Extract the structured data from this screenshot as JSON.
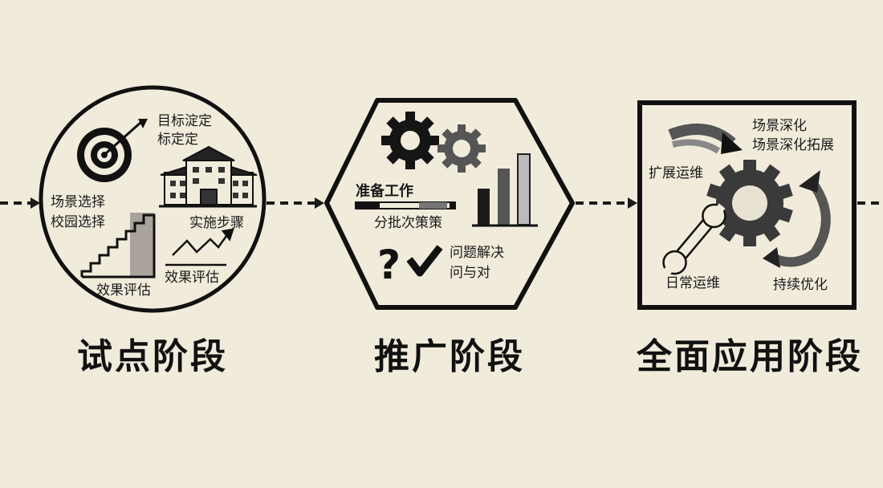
{
  "colors": {
    "background": "#f1ebdb",
    "ink": "#1a1a1a"
  },
  "stages": [
    {
      "title": "试点阶段",
      "frame": "circle",
      "labels": {
        "target": [
          "目标淀定",
          "标定定"
        ],
        "scene": [
          "场景选择",
          "校园选择"
        ],
        "steps": "实施步骤",
        "stairs_eval": "效果评估",
        "chart_eval": "效果评估"
      },
      "icons": [
        "target-icon",
        "building-icon",
        "stairs-icon",
        "trend-arrow-icon"
      ]
    },
    {
      "title": "推广阶段",
      "frame": "hexagon",
      "labels": {
        "prep": "准备工作",
        "batch": "分批次策策",
        "problem": [
          "问题解决",
          "问与对"
        ]
      },
      "icons": [
        "gears-icon",
        "progress-bar-icon",
        "bar-chart-icon",
        "question-icon",
        "checkmark-icon"
      ]
    },
    {
      "title": "全面应用阶段",
      "frame": "square",
      "labels": {
        "deepen": [
          "场景深化",
          "场景深化拓展"
        ],
        "expand": "扩展运维",
        "daily": "日常运维",
        "optimize": "持续优化"
      },
      "icons": [
        "curved-arrow-icon",
        "gear-icon",
        "wrench-icon",
        "cycle-arrow-icon"
      ]
    }
  ]
}
